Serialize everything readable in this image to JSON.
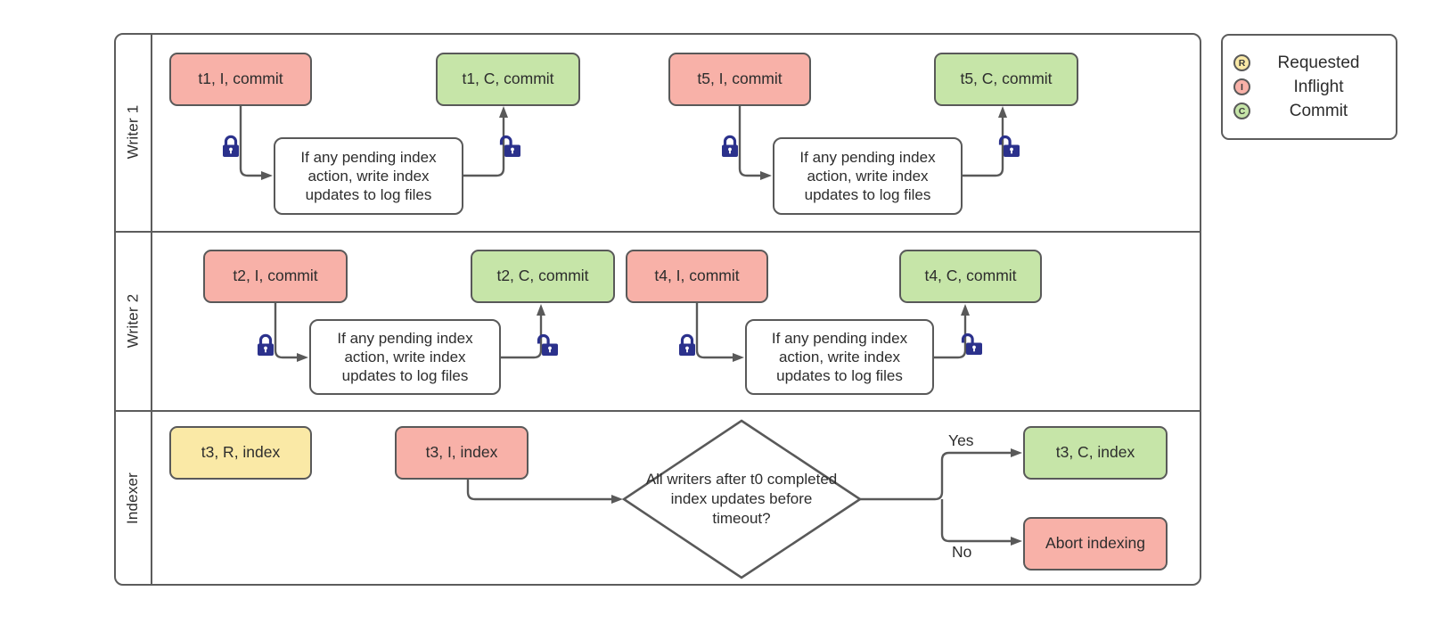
{
  "colors": {
    "inflight": "#f8b1a8",
    "commit": "#c6e5a8",
    "requested": "#fae9a6",
    "border": "#595959",
    "line": "#595959",
    "lock": "#2b318c",
    "ink": "#2d2d2d",
    "lane": "#5c5c5c"
  },
  "lanes": {
    "writer1": "Writer 1",
    "writer2": "Writer 2",
    "indexer": "Indexer"
  },
  "proc_text": "If any pending index action, write index updates to log files",
  "writer1": {
    "t1_inflight": "t1, I, commit",
    "t1_commit": "t1, C, commit",
    "t5_inflight": "t5, I, commit",
    "t5_commit": "t5, C, commit"
  },
  "writer2": {
    "t2_inflight": "t2, I, commit",
    "t2_commit": "t2, C, commit",
    "t4_inflight": "t4, I, commit",
    "t4_commit": "t4, C, commit"
  },
  "indexer": {
    "t3_requested": "t3, R, index",
    "t3_inflight": "t3, I, index",
    "decision": "All writers after t0 completed index updates before timeout?",
    "yes": "Yes",
    "no": "No",
    "t3_commit": "t3, C, index",
    "abort": "Abort indexing"
  },
  "legend": {
    "requested": {
      "letter": "R",
      "label": "Requested"
    },
    "inflight": {
      "letter": "I",
      "label": "Inflight"
    },
    "commit": {
      "letter": "C",
      "label": "Commit"
    }
  }
}
